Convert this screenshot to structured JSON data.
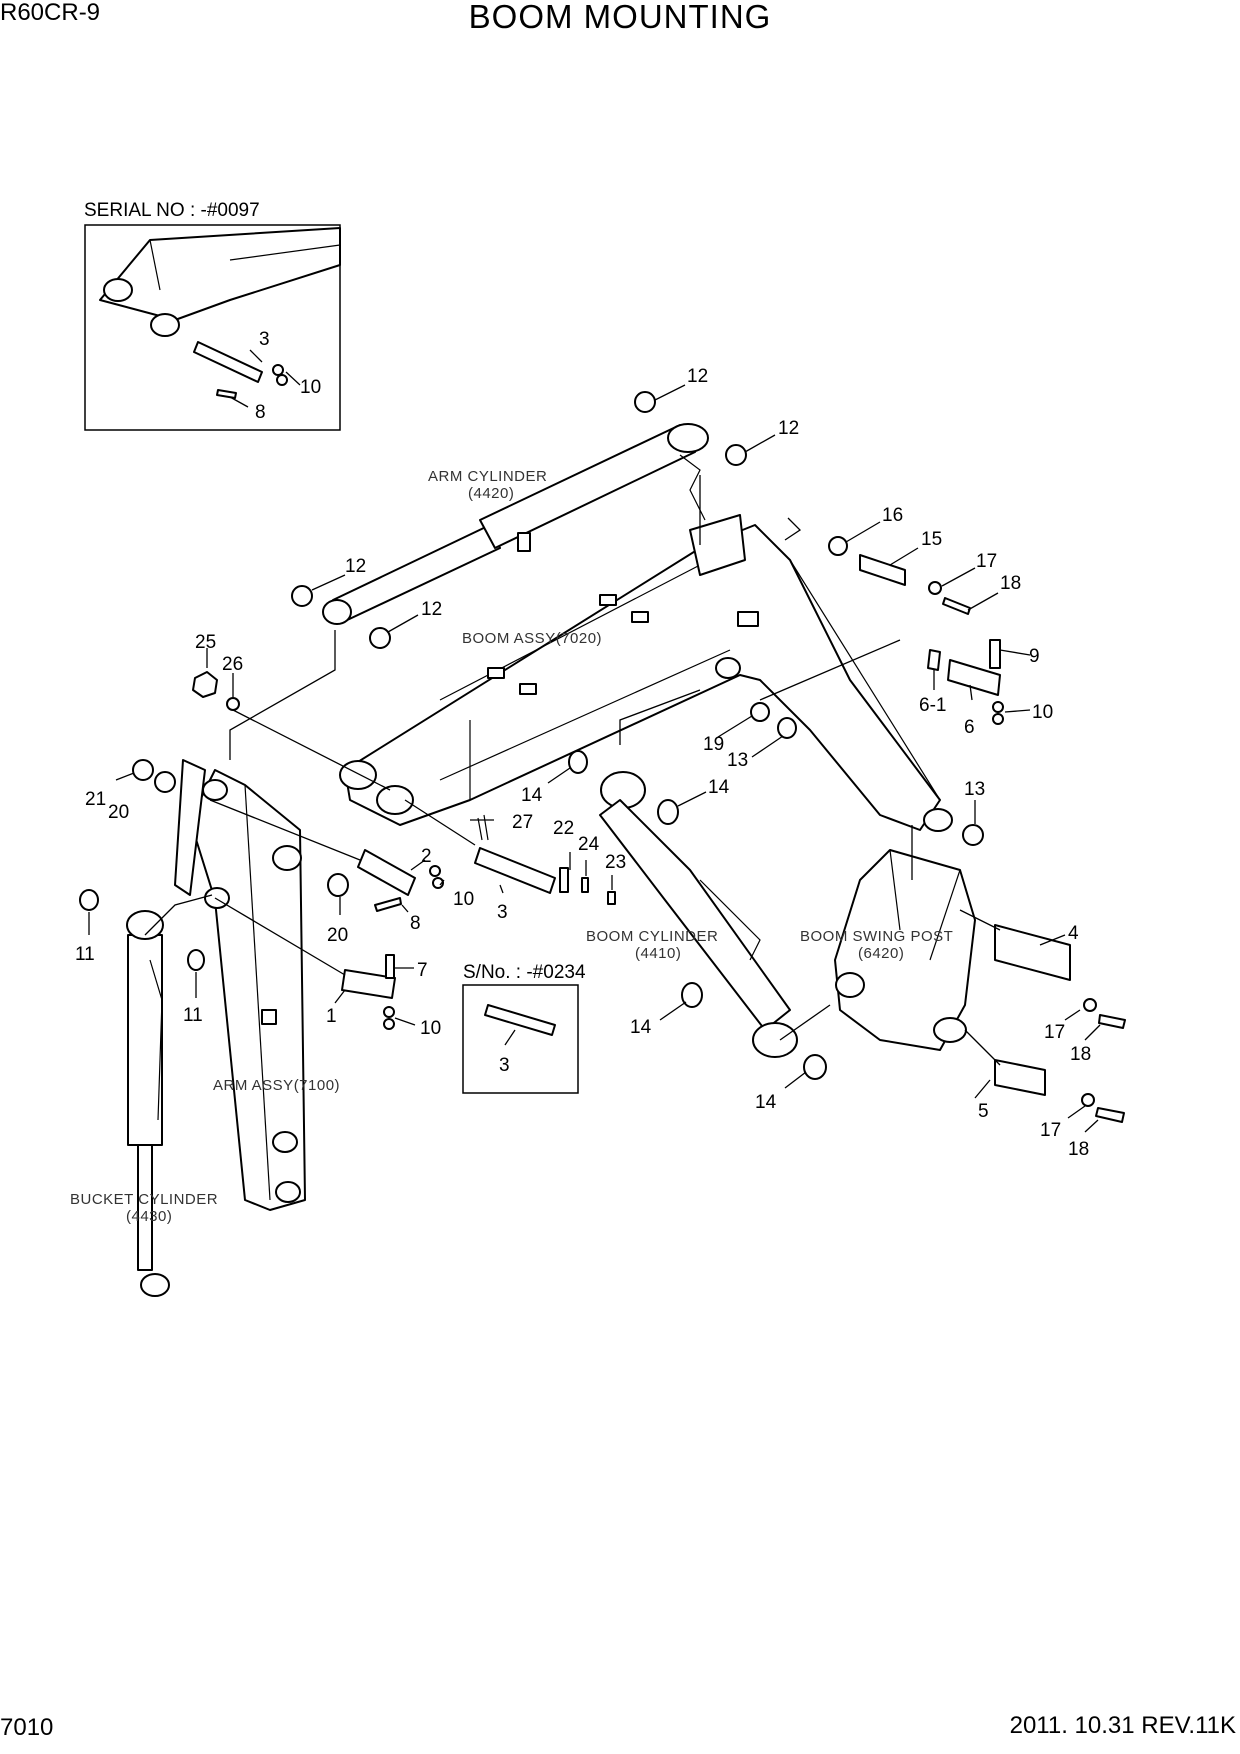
{
  "header": {
    "model": "R60CR-9",
    "title": "BOOM MOUNTING"
  },
  "footer": {
    "page_number": "7010",
    "revision": "2011. 10.31  REV.11K"
  },
  "insets": {
    "serial_box_title": "SERIAL NO : -#0097",
    "sn_box_title": "S/No. : -#0234"
  },
  "assembly_labels": {
    "arm_cylinder": "ARM CYLINDER",
    "arm_cylinder_code": "(4420)",
    "boom_assy": "BOOM ASSY(7020)",
    "boom_cylinder": "BOOM CYLINDER",
    "boom_cylinder_code": "(4410)",
    "boom_swing_post": "BOOM SWING POST",
    "boom_swing_post_code": "(6420)",
    "arm_assy": "ARM ASSY(7100)",
    "bucket_cylinder": "BUCKET CYLINDER",
    "bucket_cylinder_code": "(4430)"
  },
  "callouts": {
    "inset_3": "3",
    "inset_10": "10",
    "inset_8": "8",
    "c12a": "12",
    "c12b": "12",
    "c12c": "12",
    "c12d": "12",
    "c16": "16",
    "c15": "15",
    "c17a": "17",
    "c18a": "18",
    "c25": "25",
    "c26": "26",
    "c9": "9",
    "c6_1": "6-1",
    "c6": "6",
    "c10a": "10",
    "c19": "19",
    "c13a": "13",
    "c13b": "13",
    "c21": "21",
    "c20a": "20",
    "c14a": "14",
    "c14b": "14",
    "c27": "27",
    "c22": "22",
    "c24": "24",
    "c23": "23",
    "c2": "2",
    "c10b": "10",
    "c8": "8",
    "c3": "3",
    "c20b": "20",
    "c11a": "11",
    "c11b": "11",
    "c7": "7",
    "c1": "1",
    "c10c": "10",
    "c3b": "3",
    "c4": "4",
    "c14c": "14",
    "c14d": "14",
    "c17b": "17",
    "c18b": "18",
    "c5": "5",
    "c17c": "17",
    "c18c": "18"
  }
}
